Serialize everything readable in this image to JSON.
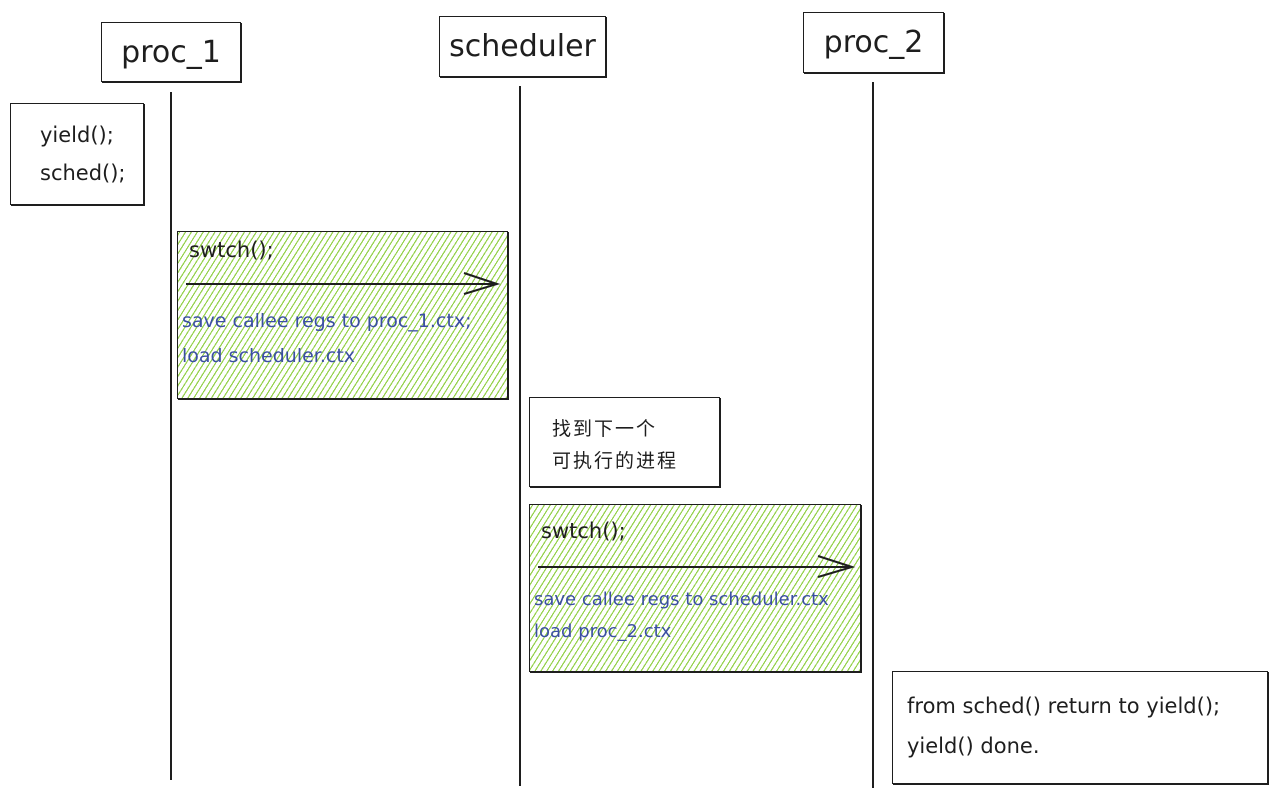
{
  "participants": {
    "proc1": "proc_1",
    "scheduler": "scheduler",
    "proc2": "proc_2"
  },
  "notes": {
    "proc1_calls": [
      "yield();",
      "sched();"
    ],
    "find_next": [
      "找到下一个",
      "可执行的进程"
    ],
    "return_note": [
      "from sched() return to yield();",
      "yield() done."
    ]
  },
  "switches": [
    {
      "title": "swtch();",
      "lines": [
        "save callee regs to proc_1.ctx;",
        "load scheduler.ctx"
      ]
    },
    {
      "title": "swtch();",
      "lines": [
        "save callee regs to scheduler.ctx",
        "load proc_2.ctx"
      ]
    }
  ],
  "colors": {
    "hatch": "#94d14a",
    "note_text": "#3b4fa3",
    "stroke": "#1e1e1e"
  }
}
